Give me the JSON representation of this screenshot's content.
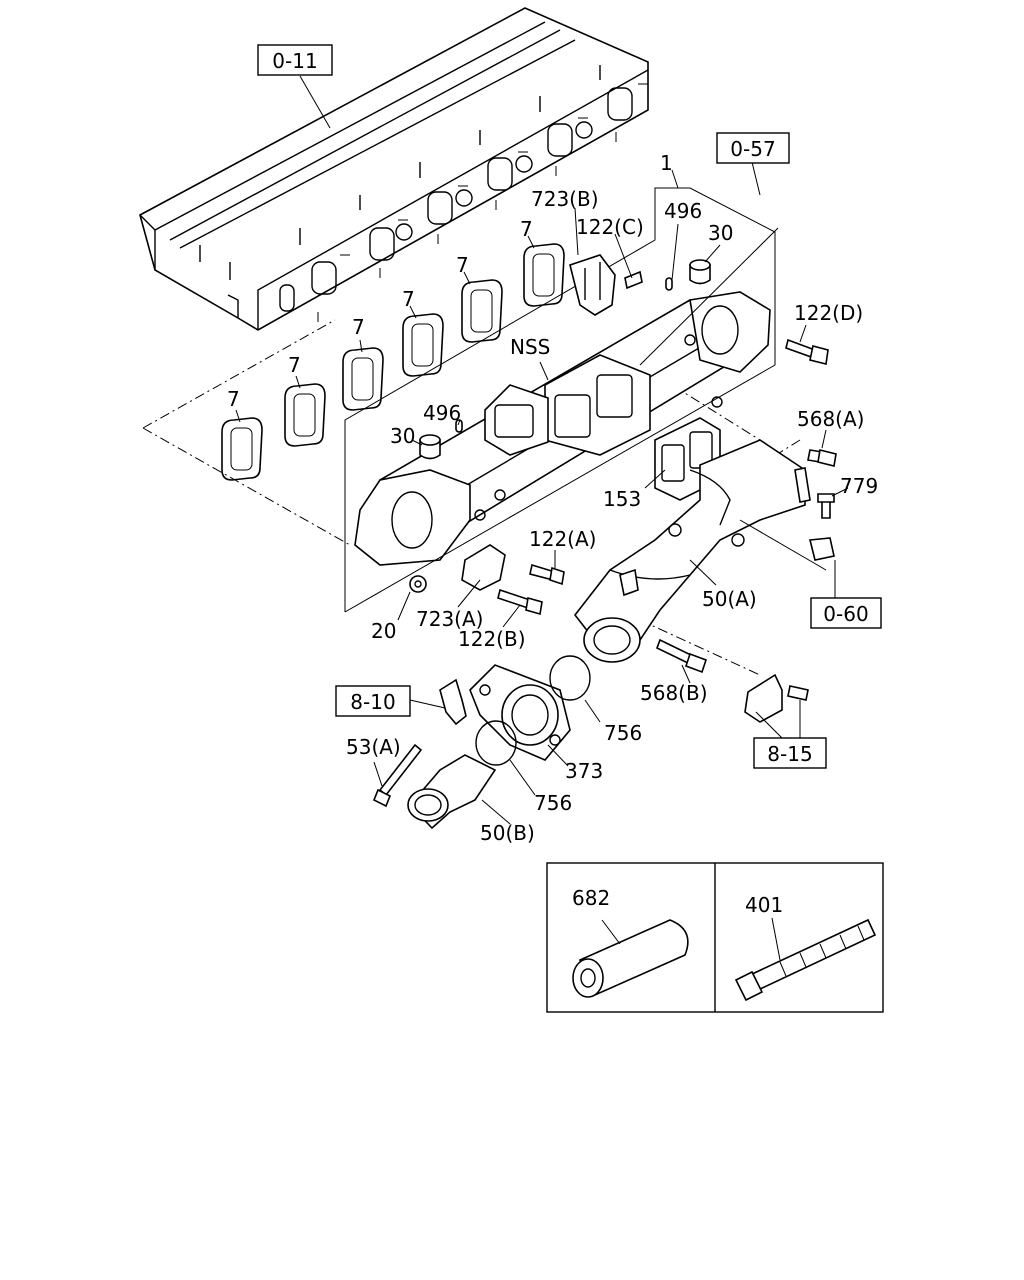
{
  "refs": {
    "r011": "0-11",
    "r057": "0-57",
    "r060": "0-60",
    "r810": "8-10",
    "r815": "8-15"
  },
  "labels": {
    "l1": "1",
    "l7a": "7",
    "l7b": "7",
    "l7c": "7",
    "l7d": "7",
    "l7e": "7",
    "l7f": "7",
    "l723b": "723(B)",
    "l122c": "122(C)",
    "l496a": "496",
    "l496b": "496",
    "l30a": "30",
    "l30b": "30",
    "l122d": "122(D)",
    "lnss": "NSS",
    "l568a": "568(A)",
    "l779": "779",
    "l153": "153",
    "l122a": "122(A)",
    "l50a": "50(A)",
    "l20": "20",
    "l723a": "723(A)",
    "l122b": "122(B)",
    "l568b": "568(B)",
    "l756a": "756",
    "l756b": "756",
    "l373": "373",
    "l53a": "53(A)",
    "l50b": "50(B)",
    "l682": "682",
    "l401": "401"
  }
}
